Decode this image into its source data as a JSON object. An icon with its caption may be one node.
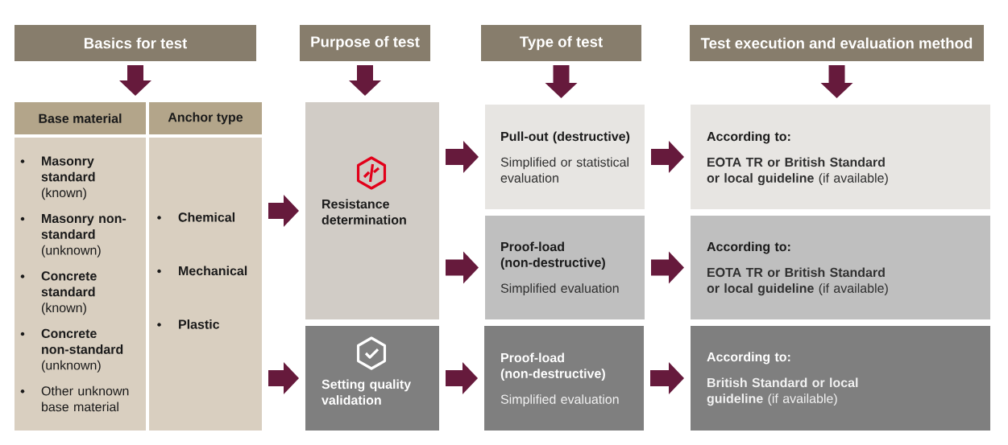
{
  "diagram": {
    "nodes": [
      {
        "text": [
          "Basics for test"
        ]
      },
      {
        "text": [
          "Purpose of test"
        ]
      },
      {
        "text": [
          "Type of test"
        ]
      },
      {
        "text": [
          "Test execution and evaluation method"
        ]
      },
      {
        "text": [
          "Base material",
          "Anchor type",
          "**Masonry standard** (known)",
          "**Masonry non-standard** (unknown)",
          "**Concrete standard** (known)",
          "**Concrete non-standard** (unknown)",
          "Other unknown base material",
          "Chemical",
          "Mechanical",
          "Plastic"
        ]
      },
      {
        "text": [
          "Resistance determination"
        ]
      },
      {
        "text": [
          "Setting quality validation"
        ]
      },
      {
        "text": [
          "Pull-out (destructive)",
          "Simplified or statistical evaluation"
        ]
      },
      {
        "text": [
          "Proof-load (non-destructive)",
          "Simplified evaluation"
        ]
      },
      {
        "text": [
          "Proof-load (non-destructive)",
          "Simplified evaluation"
        ]
      },
      {
        "text": [
          "According to:",
          "**EOTA TR or British Standard or local guideline** (if available)"
        ]
      },
      {
        "text": [
          "According to:",
          "**EOTA TR or British Standard or local guideline** (if available)"
        ]
      },
      {
        "text": [
          "According to:",
          "**British Standard or local guideline** (if available)"
        ]
      }
    ],
    "edges": [
      {
        "from": 0,
        "to": 4,
        "arrow": "to"
      },
      {
        "from": 1,
        "to": 5,
        "arrow": "to"
      },
      {
        "from": 2,
        "to": 7,
        "arrow": "to"
      },
      {
        "from": 3,
        "to": 10,
        "arrow": "to"
      },
      {
        "from": 4,
        "to": 5,
        "arrow": "to"
      },
      {
        "from": 4,
        "to": 6,
        "arrow": "to"
      },
      {
        "from": 5,
        "to": 7,
        "arrow": "to"
      },
      {
        "from": 5,
        "to": 8,
        "arrow": "to"
      },
      {
        "from": 6,
        "to": 9,
        "arrow": "to"
      },
      {
        "from": 7,
        "to": 10,
        "arrow": "to"
      },
      {
        "from": 8,
        "to": 11,
        "arrow": "to"
      },
      {
        "from": 9,
        "to": 12,
        "arrow": "to"
      }
    ]
  }
}
